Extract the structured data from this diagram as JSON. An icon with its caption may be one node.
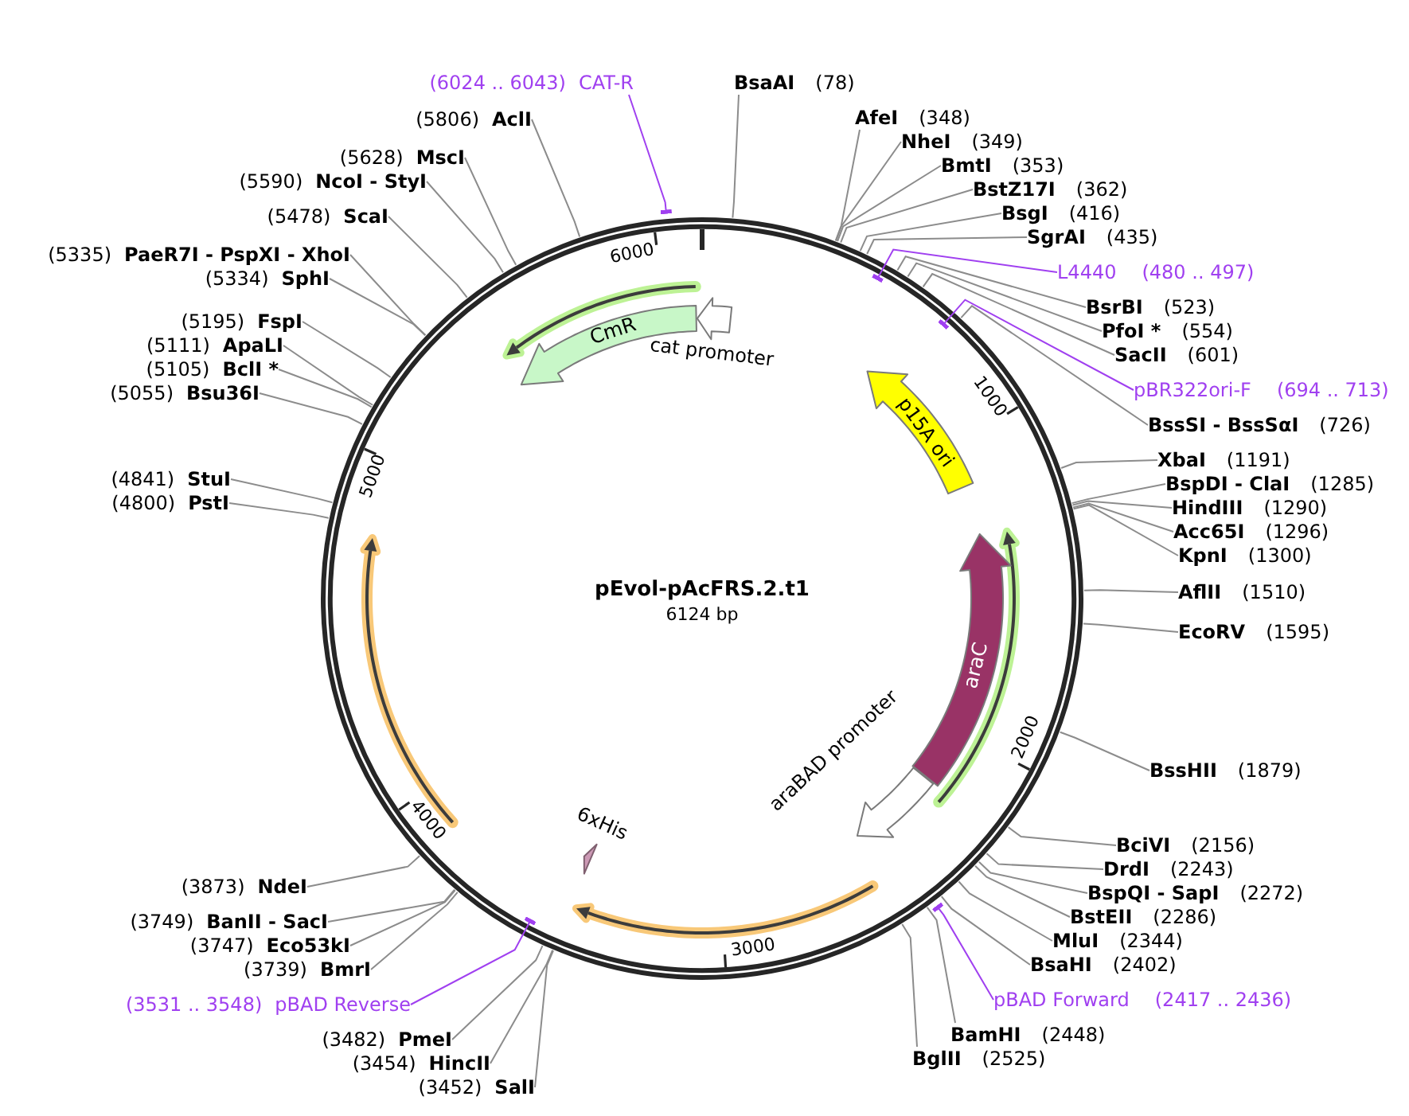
{
  "diagram": {
    "title": "pEvol-pAcFRS.2.t1",
    "nodes": [
      {
        "text": [
          "CmR"
        ]
      },
      {
        "text": [],
        "shape": "arrow",
        "beside": [
          "cat promoter"
        ]
      },
      {
        "text": [
          "p15A ori"
        ]
      },
      {
        "text": [
          "araC"
        ]
      },
      {
        "text": [],
        "shape": "arrow",
        "beside": [
          "araBAD promoter"
        ]
      },
      {
        "text": [],
        "shape": "arrow",
        "beside": [
          "6xHis"
        ]
      },
      {
        "text": [
          "BsaAI",
          "(78)"
        ]
      },
      {
        "text": [
          "AfeI",
          "(348)"
        ]
      },
      {
        "text": [
          "NheI",
          "(349)"
        ]
      },
      {
        "text": [
          "BmtI",
          "(353)"
        ]
      },
      {
        "text": [
          "BstZ17I",
          "(362)"
        ]
      },
      {
        "text": [
          "BsgI",
          "(416)"
        ]
      },
      {
        "text": [
          "SgrAI",
          "(435)"
        ]
      },
      {
        "text": [
          "L4440",
          "(480 .. 497)"
        ]
      },
      {
        "text": [
          "BsrBI",
          "(523)"
        ]
      },
      {
        "text": [
          "PfoI *",
          "(554)"
        ]
      },
      {
        "text": [
          "SacII",
          "(601)"
        ]
      },
      {
        "text": [
          "pBR322ori-F",
          "(694 .. 713)"
        ]
      },
      {
        "text": [
          "BssSI - BssSαI",
          "(726)"
        ]
      },
      {
        "text": [
          "XbaI",
          "(1191)"
        ]
      },
      {
        "text": [
          "BspDI - ClaI",
          "(1285)"
        ]
      },
      {
        "text": [
          "HindIII",
          "(1290)"
        ]
      },
      {
        "text": [
          "Acc65I",
          "(1296)"
        ]
      },
      {
        "text": [
          "KpnI",
          "(1300)"
        ]
      },
      {
        "text": [
          "AflII",
          "(1510)"
        ]
      },
      {
        "text": [
          "EcoRV",
          "(1595)"
        ]
      },
      {
        "text": [
          "BssHII",
          "(1879)"
        ]
      },
      {
        "text": [
          "BciVI",
          "(2156)"
        ]
      },
      {
        "text": [
          "DrdI",
          "(2243)"
        ]
      },
      {
        "text": [
          "BspQI - SapI",
          "(2272)"
        ]
      },
      {
        "text": [
          "BstEII",
          "(2286)"
        ]
      },
      {
        "text": [
          "MluI",
          "(2344)"
        ]
      },
      {
        "text": [
          "BsaHI",
          "(2402)"
        ]
      },
      {
        "text": [
          "pBAD Forward",
          "(2417 .. 2436)"
        ]
      },
      {
        "text": [
          "BamHI",
          "(2448)"
        ]
      },
      {
        "text": [
          "BglII",
          "(2525)"
        ]
      },
      {
        "text": [
          "(3452)",
          "SalI"
        ]
      },
      {
        "text": [
          "(3454)",
          "HincII"
        ]
      },
      {
        "text": [
          "(3482)",
          "PmeI"
        ]
      },
      {
        "text": [
          "(3531 .. 3548)",
          "pBAD Reverse"
        ]
      },
      {
        "text": [
          "(3739)",
          "BmrI"
        ]
      },
      {
        "text": [
          "(3747)",
          "Eco53kI"
        ]
      },
      {
        "text": [
          "(3749)",
          "BanII - SacI"
        ]
      },
      {
        "text": [
          "(3873)",
          "NdeI"
        ]
      },
      {
        "text": [
          "(4800)",
          "PstI"
        ]
      },
      {
        "text": [
          "(4841)",
          "StuI"
        ]
      },
      {
        "text": [
          "(5055)",
          "Bsu36I"
        ]
      },
      {
        "text": [
          "(5105)",
          "BclI *"
        ]
      },
      {
        "text": [
          "(5111)",
          "ApaLI"
        ]
      },
      {
        "text": [
          "(5195)",
          "FspI"
        ]
      },
      {
        "text": [
          "(5334)",
          "SphI"
        ]
      },
      {
        "text": [
          "(5335)",
          "PaeR7I - PspXI - XhoI"
        ]
      },
      {
        "text": [
          "(5478)",
          "ScaI"
        ]
      },
      {
        "text": [
          "(5590)",
          "NcoI - StyI"
        ]
      },
      {
        "text": [
          "(5628)",
          "MscI"
        ]
      },
      {
        "text": [
          "(5806)",
          "AclI"
        ]
      },
      {
        "text": [
          "(6024 .. 6043)",
          "CAT-R"
        ]
      }
    ],
    "edges": [
      {
        "from": 6,
        "to": null,
        "arrow": "none"
      },
      {
        "from": 7,
        "to": null,
        "arrow": "none"
      },
      {
        "from": 8,
        "to": null,
        "arrow": "none"
      },
      {
        "from": 9,
        "to": null,
        "arrow": "none"
      },
      {
        "from": 10,
        "to": null,
        "arrow": "none"
      },
      {
        "from": 11,
        "to": null,
        "arrow": "none"
      },
      {
        "from": 12,
        "to": null,
        "arrow": "none"
      },
      {
        "from": 13,
        "to": null,
        "arrow": "other",
        "color": "#a040f0"
      },
      {
        "from": 14,
        "to": null,
        "arrow": "none"
      },
      {
        "from": 15,
        "to": null,
        "arrow": "none"
      },
      {
        "from": 16,
        "to": null,
        "arrow": "none"
      },
      {
        "from": 17,
        "to": null,
        "arrow": "other",
        "color": "#a040f0"
      },
      {
        "from": 18,
        "to": null,
        "arrow": "none"
      },
      {
        "from": 19,
        "to": null,
        "arrow": "none"
      },
      {
        "from": 20,
        "to": null,
        "arrow": "none"
      },
      {
        "from": 21,
        "to": null,
        "arrow": "none"
      },
      {
        "from": 22,
        "to": null,
        "arrow": "none"
      },
      {
        "from": 23,
        "to": null,
        "arrow": "none"
      },
      {
        "from": 24,
        "to": null,
        "arrow": "none"
      },
      {
        "from": 25,
        "to": null,
        "arrow": "none"
      },
      {
        "from": 26,
        "to": null,
        "arrow": "none"
      },
      {
        "from": 27,
        "to": null,
        "arrow": "none"
      },
      {
        "from": 28,
        "to": null,
        "arrow": "none"
      },
      {
        "from": 29,
        "to": null,
        "arrow": "none"
      },
      {
        "from": 30,
        "to": null,
        "arrow": "none"
      },
      {
        "from": 31,
        "to": null,
        "arrow": "none"
      },
      {
        "from": 32,
        "to": null,
        "arrow": "none"
      },
      {
        "from": 33,
        "to": null,
        "arrow": "other",
        "color": "#a040f0"
      },
      {
        "from": 34,
        "to": null,
        "arrow": "none"
      },
      {
        "from": 35,
        "to": null,
        "arrow": "none"
      },
      {
        "from": 36,
        "to": null,
        "arrow": "none"
      },
      {
        "from": 37,
        "to": null,
        "arrow": "none"
      },
      {
        "from": 38,
        "to": null,
        "arrow": "none"
      },
      {
        "from": 39,
        "to": null,
        "arrow": "other",
        "color": "#a040f0"
      },
      {
        "from": 40,
        "to": null,
        "arrow": "none"
      },
      {
        "from": 41,
        "to": null,
        "arrow": "none"
      },
      {
        "from": 42,
        "to": null,
        "arrow": "none"
      },
      {
        "from": 43,
        "to": null,
        "arrow": "none"
      },
      {
        "from": 44,
        "to": null,
        "arrow": "none"
      },
      {
        "from": 45,
        "to": null,
        "arrow": "none"
      },
      {
        "from": 46,
        "to": null,
        "arrow": "none"
      },
      {
        "from": 47,
        "to": null,
        "arrow": "none"
      },
      {
        "from": 48,
        "to": null,
        "arrow": "none"
      },
      {
        "from": 49,
        "to": null,
        "arrow": "none"
      },
      {
        "from": 50,
        "to": null,
        "arrow": "none"
      },
      {
        "from": 51,
        "to": null,
        "arrow": "none"
      },
      {
        "from": 52,
        "to": null,
        "arrow": "none"
      },
      {
        "from": 53,
        "to": null,
        "arrow": "none"
      },
      {
        "from": 54,
        "to": null,
        "arrow": "none"
      },
      {
        "from": 55,
        "to": null,
        "arrow": "none"
      },
      {
        "from": 56,
        "to": null,
        "arrow": "other",
        "color": "#a040f0"
      }
    ],
    "labels": [
      "6124 bp",
      "6000",
      "1000",
      "2000",
      "3000",
      "4000",
      "5000"
    ]
  }
}
